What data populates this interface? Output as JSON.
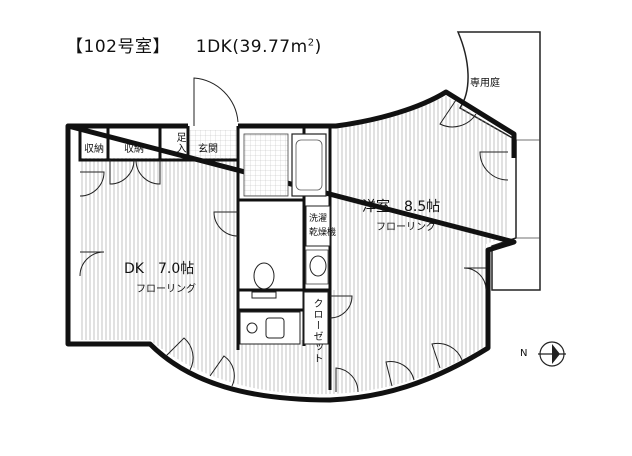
{
  "title": {
    "room_number": "【102号室】",
    "layout": "1DK(39.77m",
    "unit_sup": "2",
    "unit_close": ")"
  },
  "rooms": {
    "dk": {
      "name": "DK　7.0帖",
      "floor": "フローリング"
    },
    "western": {
      "name": "洋室　8.5帖",
      "floor": "フローリング"
    }
  },
  "labels": {
    "storage1": "収納",
    "storage2": "収納",
    "shoe": "足入",
    "entrance": "玄関",
    "washer": "洗濯\n乾燥機",
    "closet": "クローゼット",
    "garden": "専用庭",
    "compass": "N"
  }
}
